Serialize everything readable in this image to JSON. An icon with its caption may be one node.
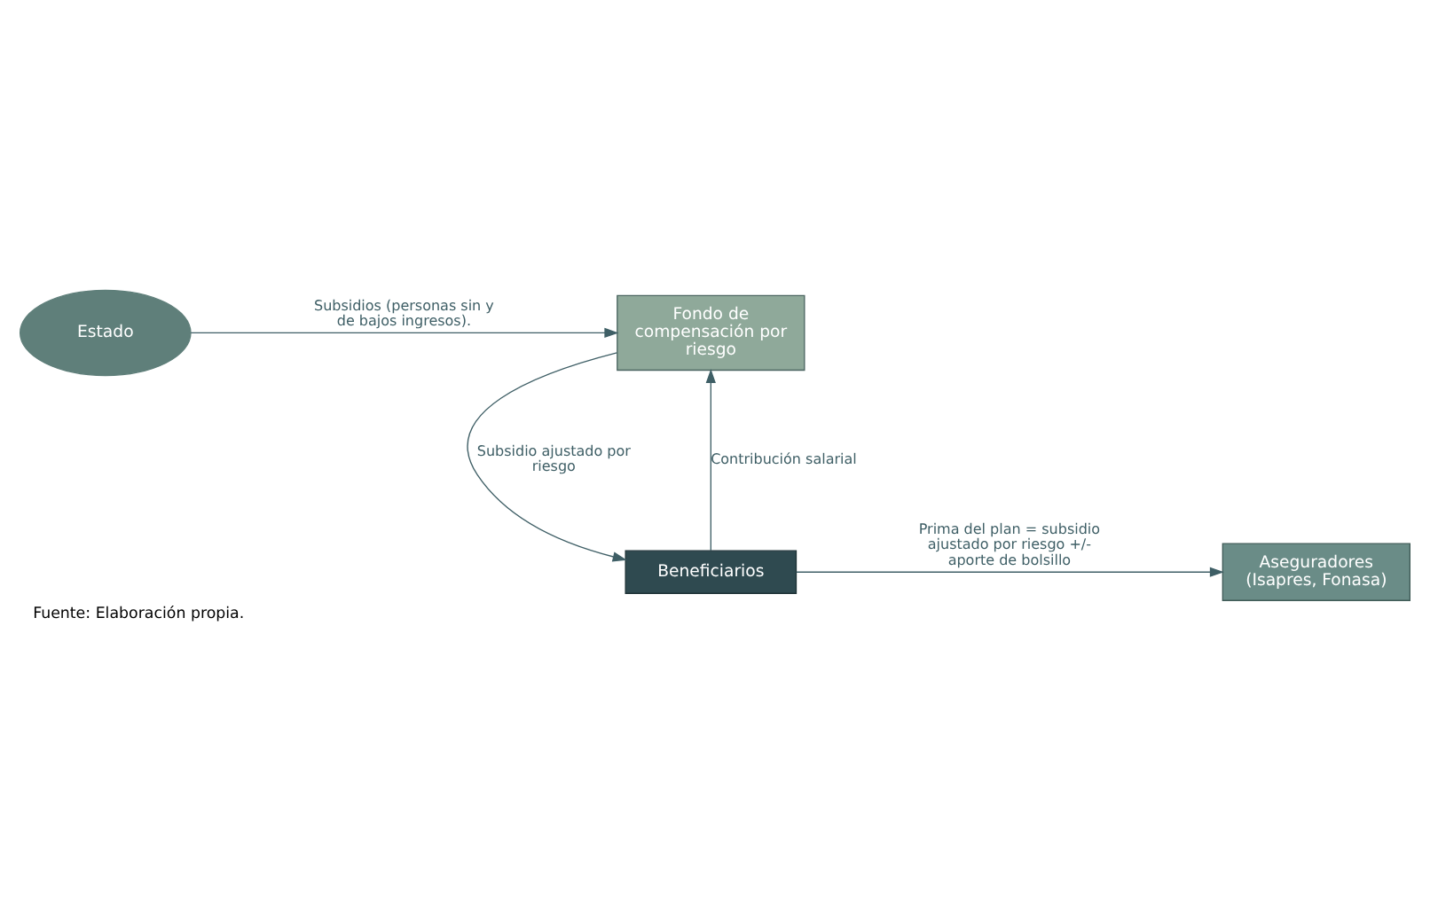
{
  "diagram": {
    "caption": "Fuente: Elaboración propia.",
    "nodes": [
      {
        "text": [
          "Estado"
        ]
      },
      {
        "text": [
          "Fondo de compensación por riesgo"
        ]
      },
      {
        "text": [
          "Beneficiarios"
        ]
      },
      {
        "text": [
          "Aseguradores (Isapres, Fonasa)"
        ]
      }
    ],
    "edges": [
      {
        "from": 0,
        "to": 1,
        "arrow": "to",
        "label": "Subsidios (personas sin y de bajos ingresos)."
      },
      {
        "from": 1,
        "to": 2,
        "arrow": "to",
        "label": "Subsidio ajustado por riesgo"
      },
      {
        "from": 2,
        "to": 1,
        "arrow": "to",
        "label": "Contribución salarial"
      },
      {
        "from": 2,
        "to": 3,
        "arrow": "to",
        "label": "Prima del plan = subsidio ajustado por riesgo +/- aporte de bolsillo"
      }
    ]
  }
}
